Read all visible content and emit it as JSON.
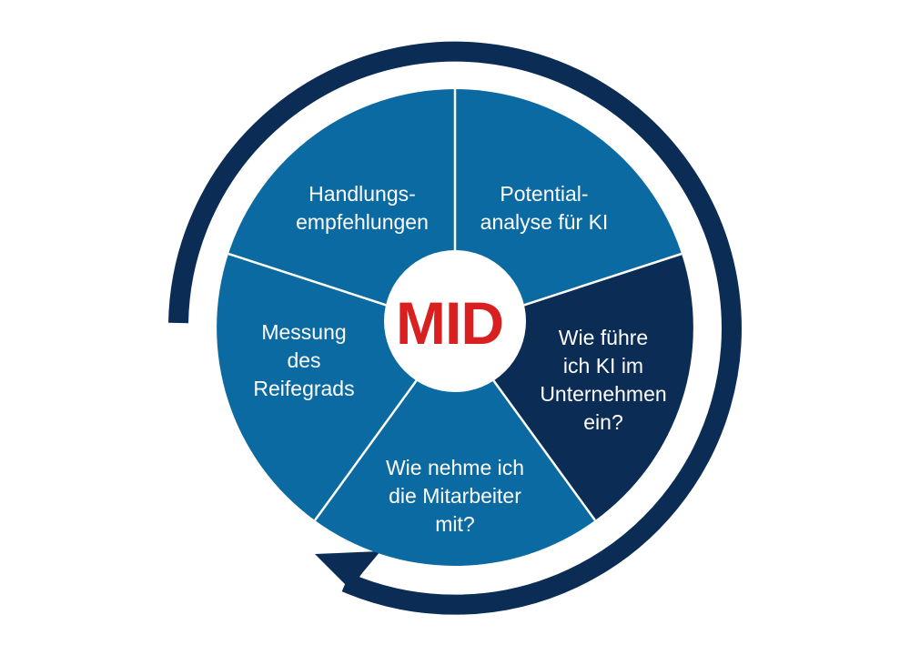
{
  "diagram": {
    "type": "cycle-pie",
    "center_logo": "MID",
    "colors": {
      "segment_light": "#0a6aa1",
      "segment_dark": "#0b2d55",
      "arc": "#0b2d55",
      "logo_red": "#d7201f",
      "divider": "#ffffff",
      "center_circle": "#ffffff"
    },
    "segments": [
      {
        "id": "handlungsempfehlungen",
        "lines": [
          "Handlungs-",
          "empfehlungen"
        ],
        "highlighted": false
      },
      {
        "id": "potentialanalyse",
        "lines": [
          "Potential-",
          "analyse für KI"
        ],
        "highlighted": false
      },
      {
        "id": "ki-einfuehren",
        "lines": [
          "Wie führe",
          "ich KI im",
          "Unternehmen",
          "ein?"
        ],
        "highlighted": true
      },
      {
        "id": "mitarbeiter",
        "lines": [
          "Wie nehme ich",
          "die Mitarbeiter",
          "mit?"
        ],
        "highlighted": false
      },
      {
        "id": "reifegrad",
        "lines": [
          "Messung",
          "des",
          "Reifegrads"
        ],
        "highlighted": false
      }
    ],
    "arc_direction": "clockwise"
  }
}
